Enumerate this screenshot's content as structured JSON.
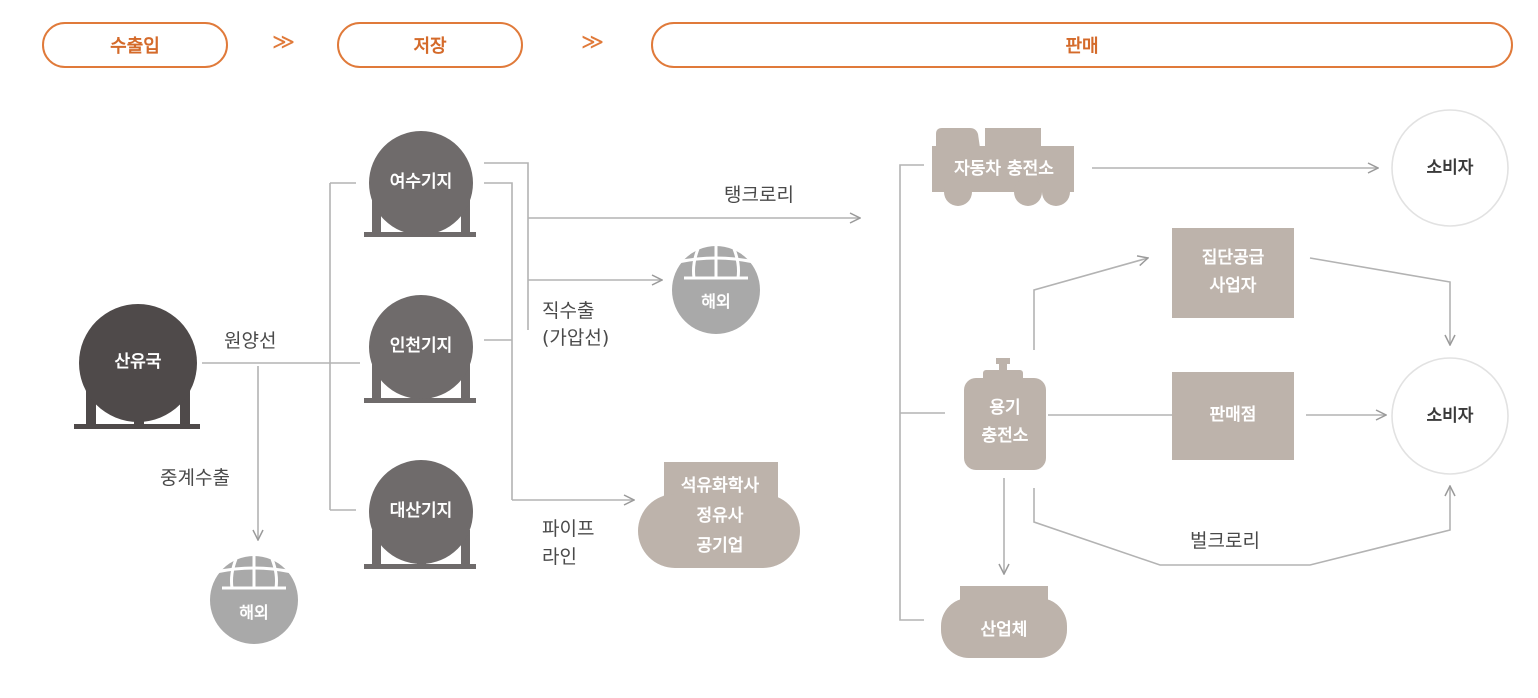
{
  "stages": {
    "import_export": "수출입",
    "storage": "저장",
    "sales": "판매",
    "chevron": "≫"
  },
  "origin": {
    "label": "산유국"
  },
  "terminals": [
    {
      "label": "여수기지"
    },
    {
      "label": "인천기지"
    },
    {
      "label": "대산기지"
    }
  ],
  "routes": {
    "ocean_vessel": "원양선",
    "relay_export": "중계수출",
    "tank_lorry": "탱크로리",
    "direct_export_line1": "직수출",
    "direct_export_line2": "(가압선)",
    "pipeline_line1": "파이프",
    "pipeline_line2": "라인",
    "bulk_lorry": "벌크로리"
  },
  "overseas": {
    "label": "해외"
  },
  "petrochem": {
    "line1": "석유화학사",
    "line2": "정유사",
    "line3": "공기업"
  },
  "sales_nodes": {
    "auto_station": "자동차 충전소",
    "cylinder_line1": "용기",
    "cylinder_line2": "충전소",
    "group_supply_line1": "집단공급",
    "group_supply_line2": "사업자",
    "retail_shop": "판매점",
    "industrial": "산업체",
    "consumer": "소비자"
  },
  "colors": {
    "accent": "#e07a3a",
    "origin_tank": "#4f4a4a",
    "terminal_tank": "#6f6b6b",
    "globe": "#a9a9a9",
    "sales_box": "#bdb3ab",
    "line": "#b3b3b3"
  }
}
